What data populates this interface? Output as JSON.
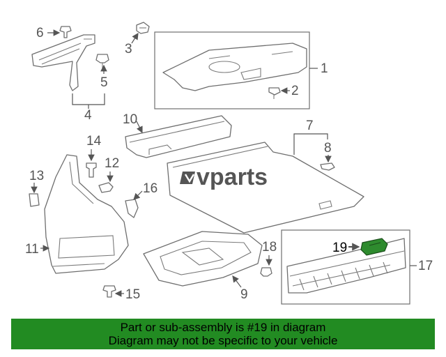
{
  "diagram": {
    "callouts": {
      "c1": "1",
      "c2": "2",
      "c3": "3",
      "c4": "4",
      "c5": "5",
      "c6": "6",
      "c7": "7",
      "c8": "8",
      "c9": "9",
      "c10": "10",
      "c11": "11",
      "c12": "12",
      "c13": "13",
      "c14": "14",
      "c15": "15",
      "c16": "16",
      "c17": "17",
      "c18": "18",
      "c19": "19"
    },
    "highlighted_part": "19",
    "highlight_color": "#2e8b2e"
  },
  "watermark": {
    "text": "vparts",
    "color": "#555555"
  },
  "banner": {
    "line1": "Part or sub-assembly is #19 in diagram",
    "line2": "Diagram may not be specific to your vehicle",
    "color": "#228b22"
  }
}
